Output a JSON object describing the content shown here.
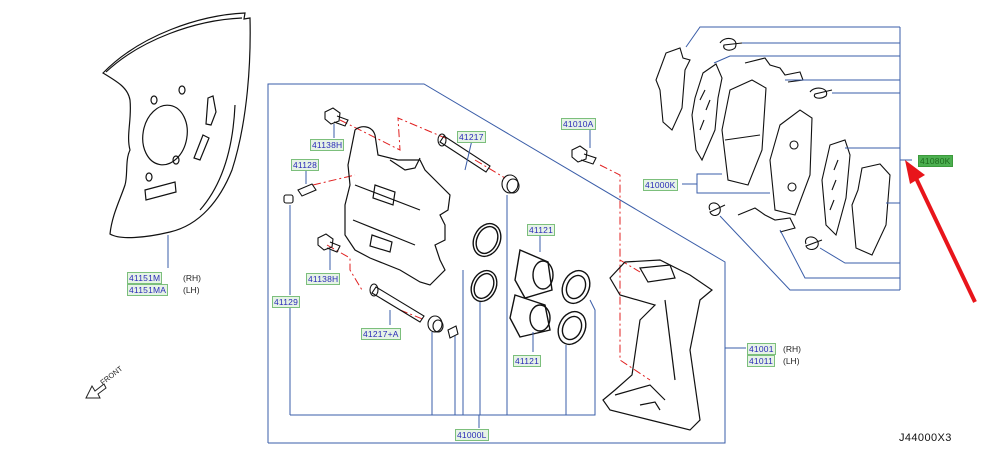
{
  "diagram": {
    "title_code": "J44000X3",
    "direction_label": "FRONT",
    "colors": {
      "leader_line": "#3a5da8",
      "centerline": "#e02020",
      "label_text": "#2a2ab8",
      "label_bg": "#e6f3e6",
      "highlight_bg": "#4caf50",
      "arrow": "#e8151b"
    },
    "parts": {
      "splash_shield_rh": "41151M",
      "splash_shield_lh": "41151MA",
      "side_rh": "(RH)",
      "side_lh": "(LH)",
      "bolt_upper": "41138H",
      "bolt_lower": "41138H",
      "bleeder": "41128",
      "bleeder_cap": "41129",
      "pin_upper": "41217",
      "pin_lower": "41217+A",
      "torque_bolt": "41010A",
      "piston_upper": "41121",
      "piston_lower": "41121",
      "seal_kit": "41000L",
      "pad_kit": "41000K",
      "hardware_kit": "41080K",
      "torque_member_rh": "41001",
      "torque_member_lh": "41011"
    }
  }
}
